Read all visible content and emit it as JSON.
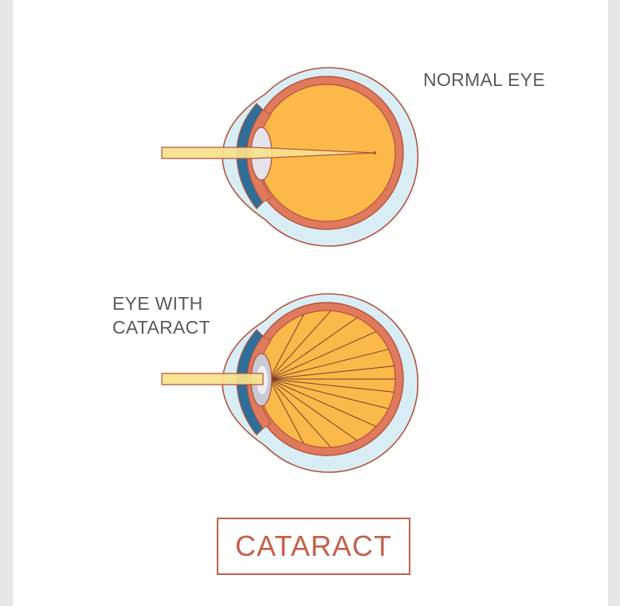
{
  "labels": {
    "normal_eye": "NORMAL EYE",
    "eye_with_cataract_line1": "EYE WITH",
    "eye_with_cataract_line2": "CATARACT"
  },
  "title": "CATARACT",
  "colors": {
    "background": "#e7e7e7",
    "card": "#ffffff",
    "sclera_outer": "#d9eef4",
    "outline": "#b5523f",
    "choroid": "#e07a5c",
    "vitreous": "#fbb94a",
    "iris": "#2e6f9a",
    "lens_clear": "#e4e4ea",
    "lens_cloudy": "#c9c9d1",
    "light_ray": "#f7e28c",
    "title_border": "#c4614a",
    "label_text": "#5a5a5a"
  }
}
